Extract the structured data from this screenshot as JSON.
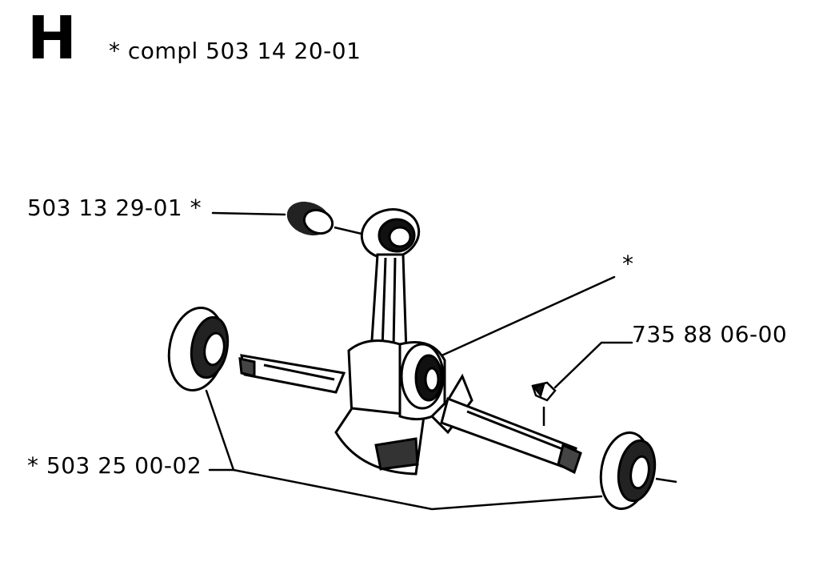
{
  "header": {
    "section_letter": "H",
    "assembly_text": "* compl 503 14 20-01"
  },
  "callouts": {
    "needle_bearing": "503 13 29-01 *",
    "crank_star": "*",
    "key": "735 88 06-00",
    "main_bearings": "* 503 25 00-02"
  }
}
